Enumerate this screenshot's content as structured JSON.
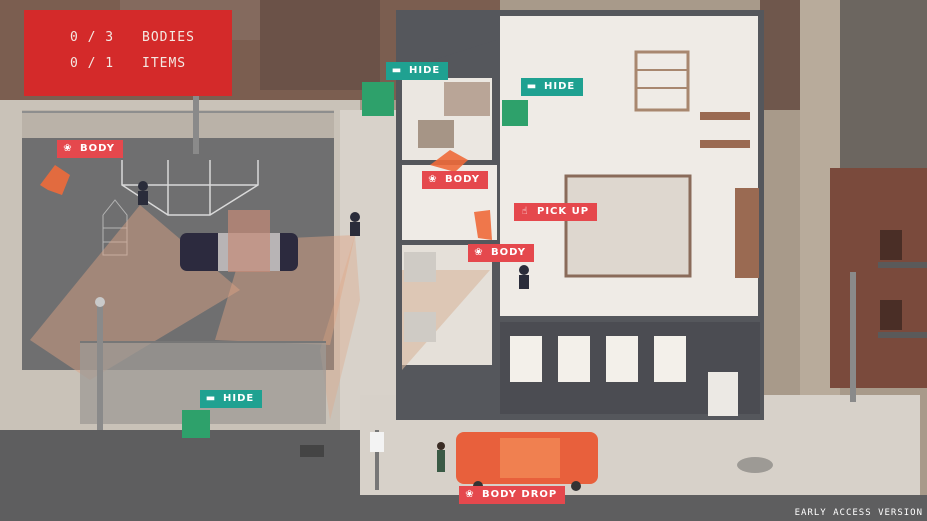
{
  "hud": {
    "bodies_count": "0 / 3",
    "bodies_label": "BODIES",
    "items_count": "0 / 1",
    "items_label": "ITEMS"
  },
  "markers": {
    "body_lot": "BODY",
    "body_office": "BODY",
    "body_gym": "BODY",
    "pickup": "PICK UP",
    "hide_office": "HIDE",
    "hide_gym": "HIDE",
    "hide_street": "HIDE",
    "body_drop": "BODY DROP"
  },
  "icons": {
    "body": "person-icon",
    "hide": "sunglasses-icon",
    "pickup": "hand-icon"
  },
  "build": {
    "label": "EARLY ACCESS VERSION"
  },
  "colors": {
    "hud_bg": "#d42a2a",
    "tag_red": "#e5484d",
    "tag_green": "#1fa191",
    "body_orange": "#ee6a3a",
    "car_orange": "#e8603c"
  }
}
